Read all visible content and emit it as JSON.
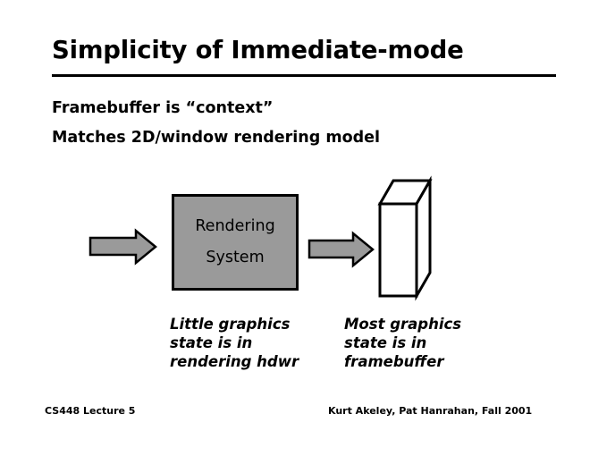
{
  "slide": {
    "title": "Simplicity of Immediate-mode",
    "bullets": [
      "Framebuffer is “context”",
      "Matches 2D/window rendering model"
    ],
    "diagram": {
      "process_box": {
        "line1": "Rendering",
        "line2": "System",
        "fill_color": "#9a9a9a",
        "stroke_color": "#000000"
      },
      "framebuffer_box": {
        "fill_color": "#ffffff",
        "stroke_color": "#000000"
      },
      "arrow_in": {
        "fill_color": "#9a9a9a",
        "stroke_color": "#000000"
      },
      "arrow_out": {
        "fill_color": "#9a9a9a",
        "stroke_color": "#000000"
      },
      "caption_left": "Little graphics\nstate is in\nrendering hdwr",
      "caption_right": "Most graphics\nstate is in\nframebuffer"
    },
    "footer": {
      "left": "CS448 Lecture 5",
      "right": "Kurt Akeley, Pat Hanrahan, Fall 2001"
    }
  }
}
